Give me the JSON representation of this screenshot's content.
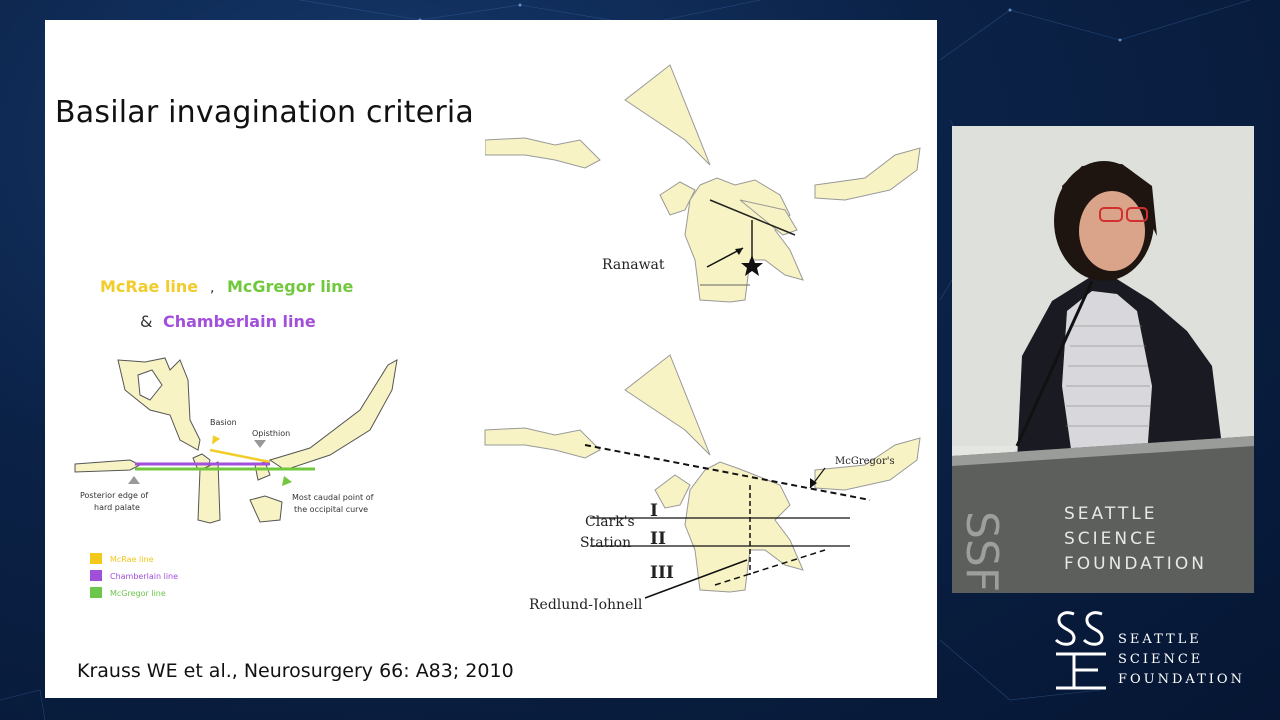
{
  "slide": {
    "title": "Basilar invagination criteria",
    "citation": "Krauss WE et al., Neurosurgery 66: A83; 2010",
    "left_diagram": {
      "heading_mcrae": "McRae line",
      "heading_sep": ",",
      "heading_mcgregor": "McGregor line",
      "heading_amp": "&",
      "heading_chamberlain": "Chamberlain line",
      "label_basion": "Basion",
      "label_opisthion": "Opisthion",
      "label_posterior_1": "Posterior edge of",
      "label_posterior_2": "hard palate",
      "label_caudal_1": "Most caudal point of",
      "label_caudal_2": "the occipital curve",
      "legend": [
        {
          "label": "McRae line",
          "color": "#f2c81a"
        },
        {
          "label": "Chamberlain line",
          "color": "#a04fd8"
        },
        {
          "label": "McGregor line",
          "color": "#6cc64a"
        }
      ],
      "colors": {
        "mcrae": "#f2cc2a",
        "mcgregor": "#72c83c",
        "chamberlain": "#a24fdb"
      }
    },
    "right_top": {
      "label_ranawat": "Ranawat"
    },
    "right_bottom": {
      "label_mcgregors": "McGregor's",
      "label_clarks_1": "Clark's",
      "label_clarks_2": "Station",
      "station_1": "I",
      "station_2": "II",
      "station_3": "III",
      "label_redlund": "Redlund-Johnell"
    },
    "bone_color": "#f7f3c4"
  },
  "video": {
    "podium_logo_text": "SSF",
    "podium_line_1": "SEATTLE",
    "podium_line_2": "SCIENCE",
    "podium_line_3": "FOUNDATION"
  },
  "brand": {
    "line_1": "SEATTLE",
    "line_2": "SCIENCE",
    "line_3": "FOUNDATION"
  }
}
